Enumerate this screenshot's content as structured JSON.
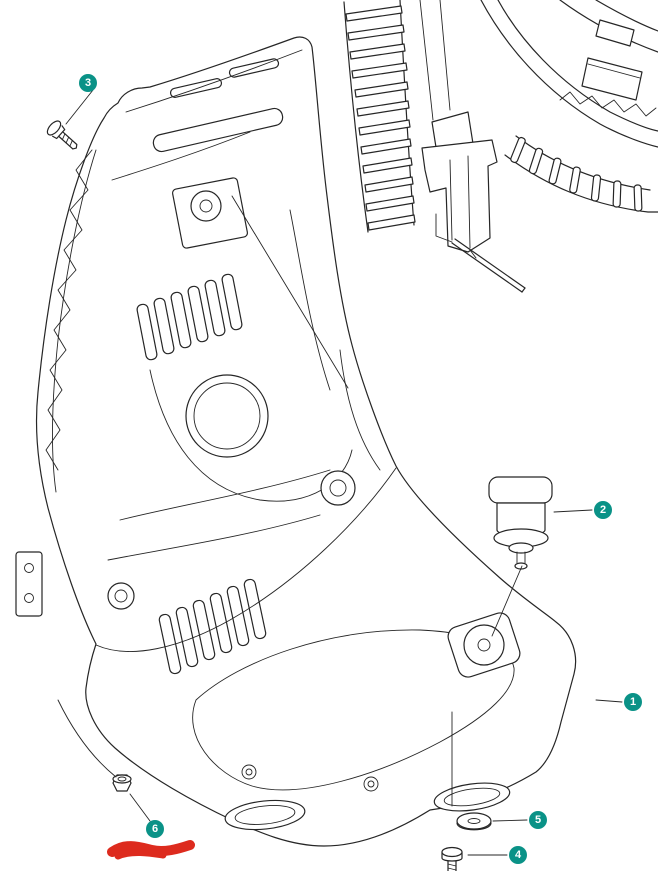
{
  "colors": {
    "page-bg": "#ffffff",
    "line": "#262626",
    "callout-bg": "#0a9287",
    "callout-fg": "#ffffff",
    "annotation-red": "#dd2b1e"
  },
  "callouts": {
    "c1": {
      "label": "1"
    },
    "c2": {
      "label": "2"
    },
    "c3": {
      "label": "3"
    },
    "c4": {
      "label": "4"
    },
    "c5": {
      "label": "5"
    },
    "c6": {
      "label": "6"
    }
  }
}
